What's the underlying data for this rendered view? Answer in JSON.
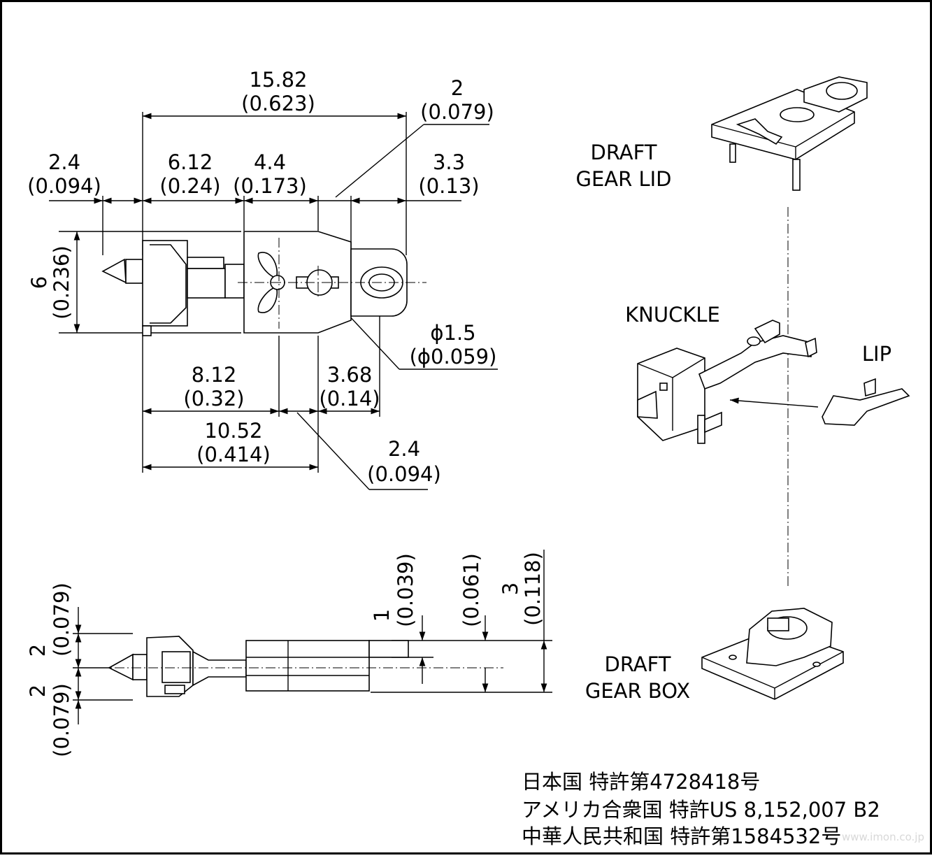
{
  "dimensions": {
    "overall_length": "15.82",
    "overall_length_in": "(0.623)",
    "offset_2": "2",
    "offset_2_in": "(0.079)",
    "tip": "2.4",
    "tip_in": "(0.094)",
    "head": "6.12",
    "head_in": "(0.24)",
    "mid": "4.4",
    "mid_in": "(0.173)",
    "tail": "3.3",
    "tail_in": "(0.13)",
    "height": "6",
    "height_in": "(0.236)",
    "hole": "ϕ1.5",
    "hole_in": "(ϕ0.059)",
    "pivot": "8.12",
    "pivot_in": "(0.32)",
    "gap": "3.68",
    "gap_in": "(0.14)",
    "base": "10.52",
    "base_in": "(0.414)",
    "lower_offset": "2.4",
    "lower_offset_in": "(0.094)",
    "side_upper": "2",
    "side_upper_in": "(0.079)",
    "side_lower": "2",
    "side_lower_in": "(0.079)",
    "side_1": "1",
    "side_1_in": "(0.039)",
    "side_061_in": "(0.061)",
    "side_3": "3",
    "side_3_in": "(0.118)"
  },
  "labels": {
    "lid_line1": "DRAFT",
    "lid_line2": "GEAR LID",
    "knuckle": "KNUCKLE",
    "lip": "LIP",
    "box_line1": "DRAFT",
    "box_line2": "GEAR BOX"
  },
  "patents": {
    "jp": "日本国 特許第4728418号",
    "us": "アメリカ合衆国 特許US 8,152,007 B2",
    "cn": "中華人民共和国 特許第1584532号"
  },
  "watermark": "www.imon.co.jp"
}
